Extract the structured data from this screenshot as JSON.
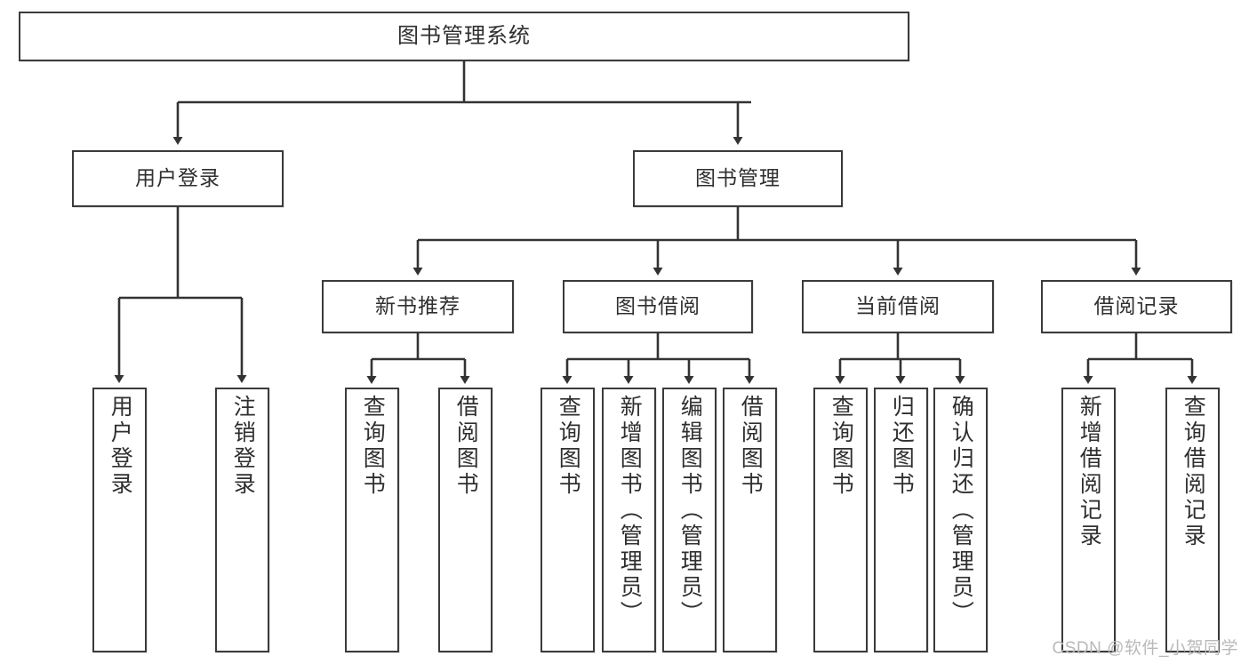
{
  "diagram": {
    "title": "图书管理系统",
    "type": "tree-hierarchy-diagram",
    "root": {
      "label": "图书管理系统"
    },
    "level2": [
      {
        "label": "用户登录"
      },
      {
        "label": "图书管理"
      }
    ],
    "level3": [
      {
        "label": "新书推荐"
      },
      {
        "label": "图书借阅"
      },
      {
        "label": "当前借阅"
      },
      {
        "label": "借阅记录"
      }
    ],
    "leaves": {
      "user_login": [
        {
          "label": "用户登录"
        },
        {
          "label": "注销登录"
        }
      ],
      "new_book_recommend": [
        {
          "label": "查询图书"
        },
        {
          "label": "借阅图书"
        }
      ],
      "book_borrow": [
        {
          "label": "查询图书"
        },
        {
          "label": "新增图书（管理员）"
        },
        {
          "label": "编辑图书（管理员）"
        },
        {
          "label": "借阅图书"
        }
      ],
      "current_borrow": [
        {
          "label": "查询图书"
        },
        {
          "label": "归还图书"
        },
        {
          "label": "确认归还（管理员）"
        }
      ],
      "borrow_record": [
        {
          "label": "新增借阅记录"
        },
        {
          "label": "查询借阅记录"
        }
      ]
    },
    "watermark": "CSDN @软件_小贺同学",
    "colors": {
      "border": "#3b3b3b",
      "text": "#2f2f2f",
      "background": "#ffffff",
      "watermark": "#b9b9b9"
    }
  }
}
